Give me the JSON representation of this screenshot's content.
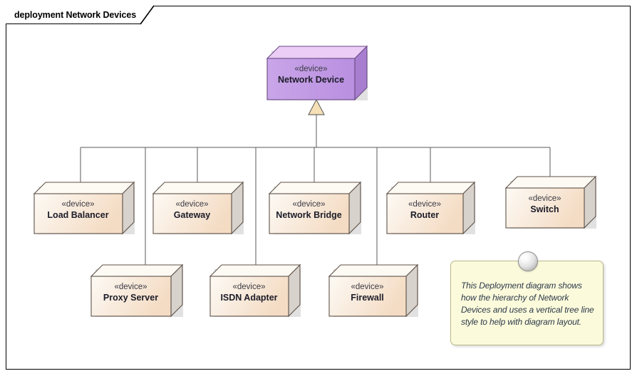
{
  "frame": {
    "title": "deployment Network Devices",
    "border_color": "#000000",
    "background": "#ffffff"
  },
  "diagram": {
    "type": "uml-deployment",
    "connector_color": "#585858",
    "line_style": "vertical tree"
  },
  "root_node": {
    "stereotype": "«device»",
    "name": "Network Device",
    "fill_start": "#c9a5e8",
    "fill_end": "#b98fe0",
    "top_face": "#ebcdf5",
    "side_face": "#a87fd0",
    "border_color": "#6a4b86"
  },
  "generalization": {
    "arrow_fill": "#f7e0b5",
    "arrow_border": "#6b6b6b"
  },
  "child_style": {
    "fill_start": "#fdfaf5",
    "fill_end": "#f4dcc4",
    "top_face": "#fdfaf4",
    "side_face": "#d7d2cb",
    "border_color": "#5e5249"
  },
  "tier1_nodes": [
    {
      "stereotype": "«device»",
      "name": "Load Balancer"
    },
    {
      "stereotype": "«device»",
      "name": "Gateway"
    },
    {
      "stereotype": "«device»",
      "name": "Network Bridge"
    },
    {
      "stereotype": "«device»",
      "name": "Router"
    },
    {
      "stereotype": "«device»",
      "name": "Switch"
    }
  ],
  "tier2_nodes": [
    {
      "stereotype": "«device»",
      "name": "Proxy Server"
    },
    {
      "stereotype": "«device»",
      "name": "ISDN Adapter"
    },
    {
      "stereotype": "«device»",
      "name": "Firewall"
    }
  ],
  "note": {
    "text": "This Deployment diagram shows how the hierarchy of Network Devices and uses a vertical tree line style to help with diagram layout.",
    "fill": "#fbfadb",
    "border": "#b9b98a",
    "pin": "note-pin"
  }
}
